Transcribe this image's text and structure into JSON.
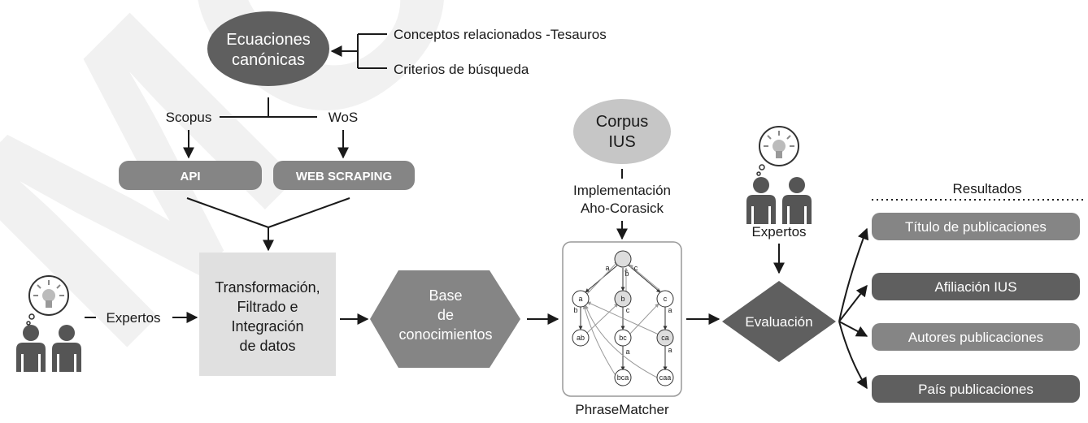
{
  "watermark": "MC",
  "canonical": {
    "node_line1": "Ecuaciones",
    "node_line2": "canónicas",
    "input1": "Conceptos relacionados -Tesauros",
    "input2": "Criterios de búsqueda"
  },
  "sources": {
    "scopus": "Scopus",
    "wos": "WoS",
    "api": "API",
    "scraping": "WEB SCRAPING"
  },
  "experts_left": "Expertos",
  "transform": {
    "line1": "Transformación,",
    "line2": "Filtrado e",
    "line3": "Integración",
    "line4": "de datos"
  },
  "knowledge_base": {
    "line1": "Base",
    "line2": "de",
    "line3": "conocimientos"
  },
  "corpus": {
    "line1": "Corpus",
    "line2": "IUS"
  },
  "implementation": {
    "line1": "Implementación",
    "line2": "Aho-Corasick"
  },
  "phrasematcher": {
    "label": "PhraseMatcher",
    "nodes": [
      "a",
      "b",
      "c",
      "ab",
      "bc",
      "ca",
      "bca",
      "caa"
    ],
    "edge_labels": [
      "a",
      "b",
      "c",
      "b",
      "c",
      "a",
      "a",
      "a"
    ]
  },
  "experts_right": "Expertos",
  "evaluation": "Evaluación",
  "results": {
    "title": "Resultados",
    "items": [
      "Título de publicaciones",
      "Afiliación IUS",
      "Autores publicaciones",
      "País publicaciones"
    ]
  },
  "colors": {
    "dark_gray": "#5f5f5f",
    "mid_gray": "#858585",
    "light_gray": "#c6c6c6",
    "box_gray": "#e0e0e0",
    "watermark": "#ececec"
  }
}
